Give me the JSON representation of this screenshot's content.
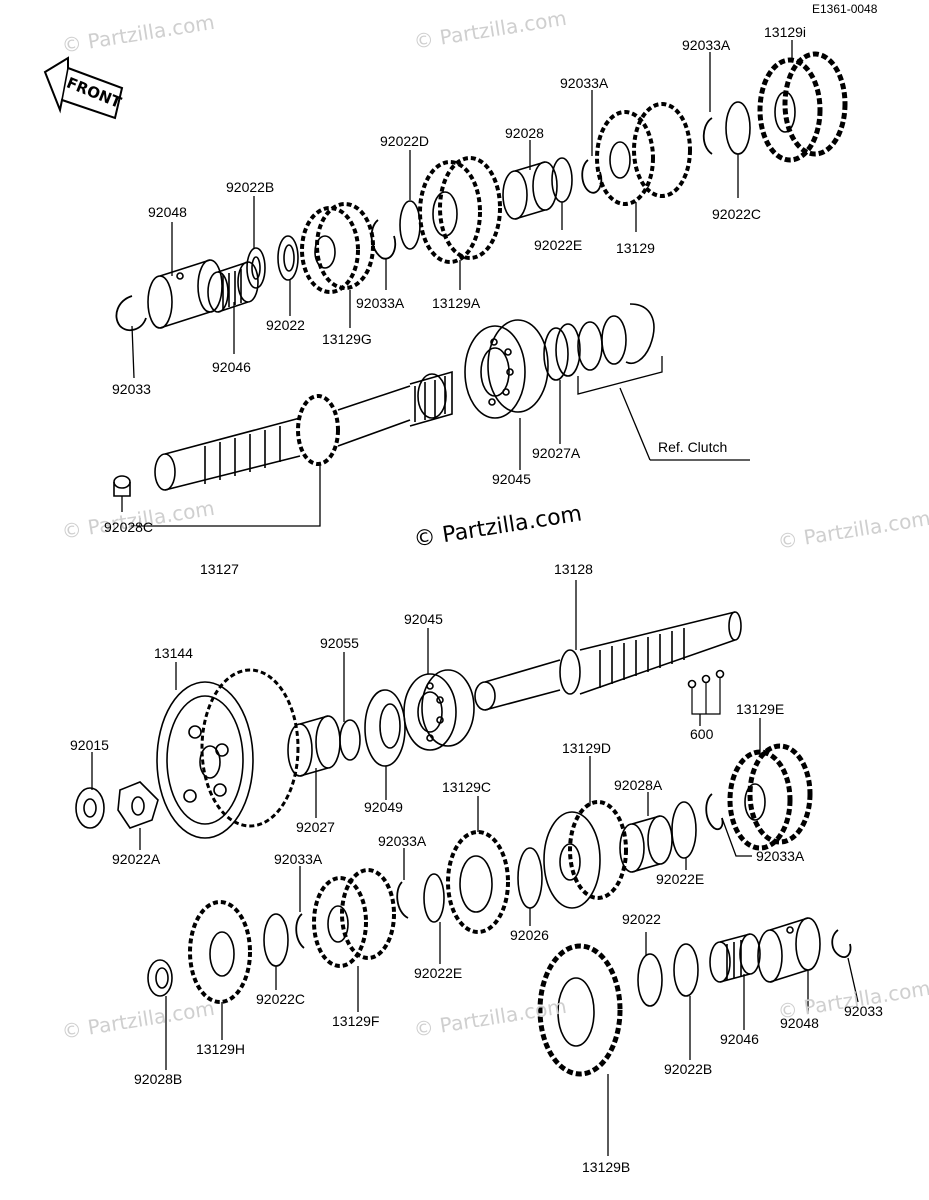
{
  "diagram_code": "E1361-0048",
  "front_label": "FRONT",
  "ref_clutch_label": "Ref. Clutch",
  "watermark_main": "© Partzilla.com",
  "watermark_faint": "© Partzilla.com",
  "parts": {
    "p_13129i": "13129i",
    "p_92033A_top": "92033A",
    "p_92033A_2": "92033A",
    "p_92028": "92028",
    "p_92022D": "92022D",
    "p_92022B_top": "92022B",
    "p_92048_top": "92048",
    "p_92022C_top": "92022C",
    "p_13129": "13129",
    "p_92022E_top": "92022E",
    "p_13129A": "13129A",
    "p_92033A_3": "92033A",
    "p_13129G": "13129G",
    "p_92022": "92022",
    "p_92046_top": "92046",
    "p_92033_top": "92033",
    "p_92027A": "92027A",
    "p_92045_top": "92045",
    "p_92028C": "92028C",
    "p_13127": "13127",
    "p_13128": "13128",
    "p_92045_mid": "92045",
    "p_92055": "92055",
    "p_13144": "13144",
    "p_600": "600",
    "p_13129E": "13129E",
    "p_92015": "92015",
    "p_92049": "92049",
    "p_13129D": "13129D",
    "p_13129C": "13129C",
    "p_92028A": "92028A",
    "p_92027": "92027",
    "p_92022A": "92022A",
    "p_92033A_4": "92033A",
    "p_92033A_5": "92033A",
    "p_92022E_mid": "92022E",
    "p_92033A_6": "92033A",
    "p_92026": "92026",
    "p_92022E_low": "92022E",
    "p_92022_low": "92022",
    "p_92022C_low": "92022C",
    "p_13129F": "13129F",
    "p_13129H": "13129H",
    "p_92028B": "92028B",
    "p_92048_low": "92048",
    "p_92033_low": "92033",
    "p_92046_low": "92046",
    "p_92022B_low": "92022B",
    "p_13129B": "13129B"
  }
}
